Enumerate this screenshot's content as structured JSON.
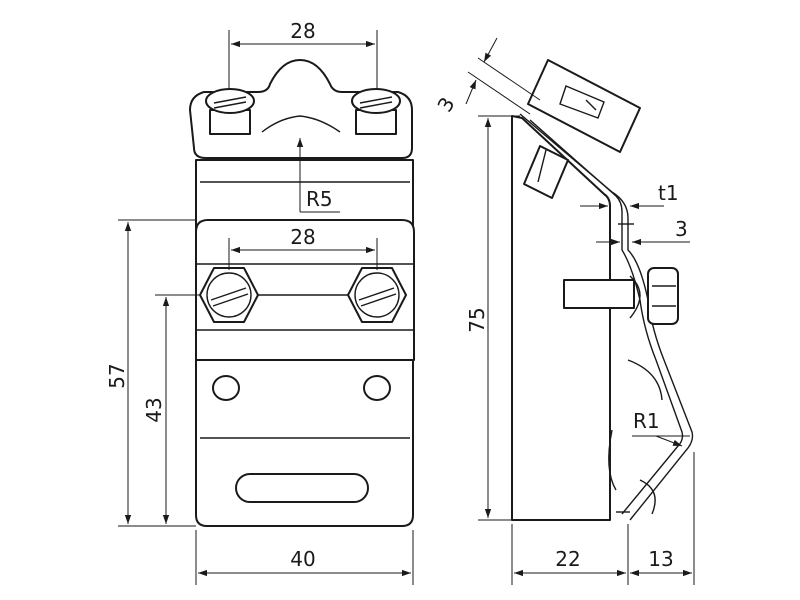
{
  "drawing": {
    "labels": {
      "top_width": "28",
      "radius_top": "R5",
      "bolt_spacing": "28",
      "height_outer": "57",
      "height_inner": "43",
      "width_bottom": "40",
      "thickness_top": "3",
      "total_height": "75",
      "thickness_t1": "t1",
      "thickness_side": "3",
      "radius_bend": "R1",
      "depth_left": "22",
      "depth_right": "13"
    }
  }
}
